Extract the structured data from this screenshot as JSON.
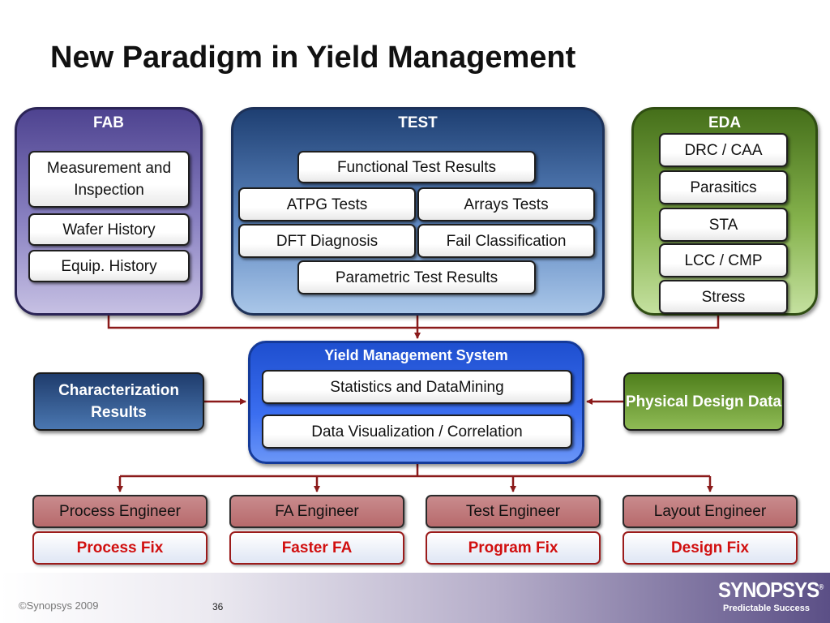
{
  "slide": {
    "title": "New Paradigm in Yield Management"
  },
  "groups": {
    "fab": {
      "label": "FAB",
      "items": [
        "Measurement and Inspection",
        "Wafer History",
        "Equip. History"
      ]
    },
    "test": {
      "label": "TEST",
      "items": [
        "Functional Test Results",
        "ATPG Tests",
        "Arrays Tests",
        "DFT Diagnosis",
        "Fail Classification",
        "Parametric Test Results"
      ]
    },
    "eda": {
      "label": "EDA",
      "items": [
        "DRC / CAA",
        "Parasitics",
        "STA",
        "LCC / CMP",
        "Stress"
      ]
    }
  },
  "yield_system": {
    "label": "Yield Management System",
    "items": [
      "Statistics and DataMining",
      "Data Visualization / Correlation"
    ]
  },
  "side_inputs": {
    "characterization": "Characterization Results",
    "physical_design": "Physical Design Data"
  },
  "outputs": [
    {
      "role": "Process Engineer",
      "result": "Process Fix"
    },
    {
      "role": "FA Engineer",
      "result": "Faster FA"
    },
    {
      "role": "Test Engineer",
      "result": "Program Fix"
    },
    {
      "role": "Layout Engineer",
      "result": "Design Fix"
    }
  ],
  "footer": {
    "copyright": "©Synopsys 2009",
    "page_number": "36",
    "logo": "SYNOPSYS",
    "registered": "®",
    "tagline": "Predictable Success"
  },
  "colors": {
    "connector": "#8b1a1a",
    "fix_text": "#d10f0f"
  }
}
